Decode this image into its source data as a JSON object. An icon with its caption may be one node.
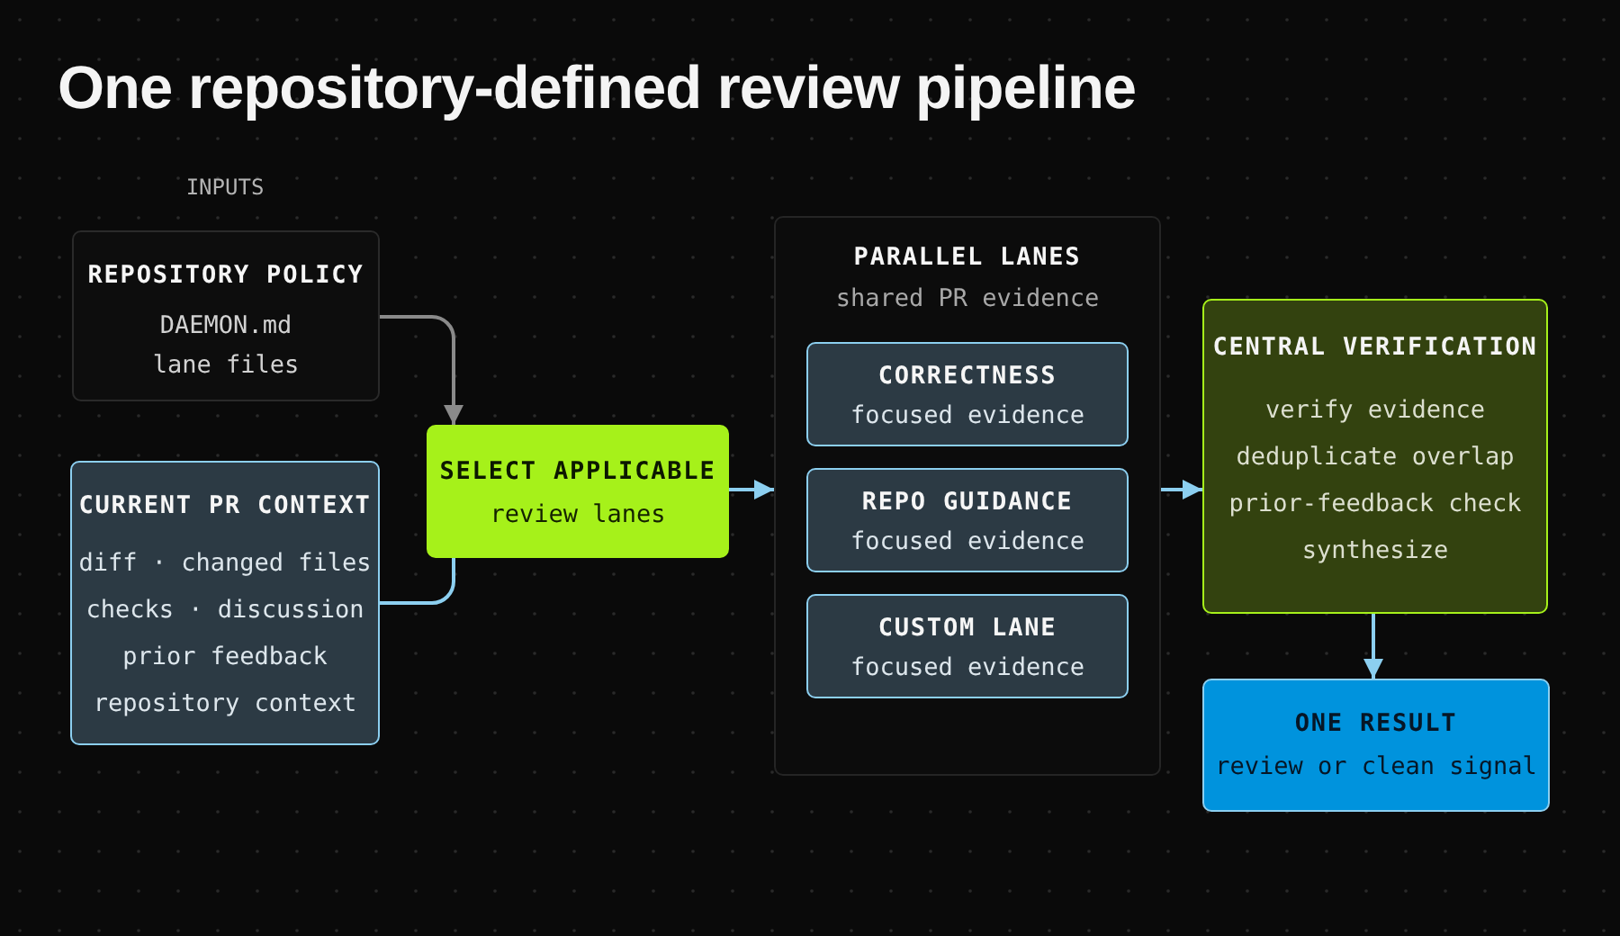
{
  "diagram": {
    "title": "One repository-defined review pipeline",
    "nodes": [
      {
        "text": [
          "REPOSITORY POLICY",
          "DAEMON.md",
          "lane files"
        ]
      },
      {
        "text": [
          "CURRENT PR CONTEXT",
          "diff · changed files",
          "checks · discussion",
          "prior feedback",
          "repository context"
        ]
      },
      {
        "text": [
          "SELECT APPLICABLE",
          "review lanes"
        ]
      },
      {
        "text": [
          "PARALLEL LANES",
          "shared PR evidence"
        ]
      },
      {
        "text": [
          "CORRECTNESS",
          "focused evidence"
        ],
        "in": 3
      },
      {
        "text": [
          "REPO GUIDANCE",
          "focused evidence"
        ],
        "in": 3
      },
      {
        "text": [
          "CUSTOM LANE",
          "focused evidence"
        ],
        "in": 3
      },
      {
        "text": [
          "CENTRAL VERIFICATION",
          "verify evidence",
          "deduplicate overlap",
          "prior-feedback check",
          "synthesize"
        ]
      },
      {
        "text": [
          "ONE RESULT",
          "review or clean signal"
        ]
      }
    ],
    "edges": [
      {
        "from": 0,
        "to": 2,
        "arrow": "to",
        "color": "#8a8a8a"
      },
      {
        "from": 1,
        "to": 2,
        "arrow": "none"
      },
      {
        "from": 2,
        "to": 3,
        "arrow": "to"
      },
      {
        "from": 3,
        "to": 7,
        "arrow": "to"
      },
      {
        "from": 7,
        "to": 8,
        "arrow": "to"
      }
    ],
    "labels": [
      "INPUTS"
    ]
  }
}
